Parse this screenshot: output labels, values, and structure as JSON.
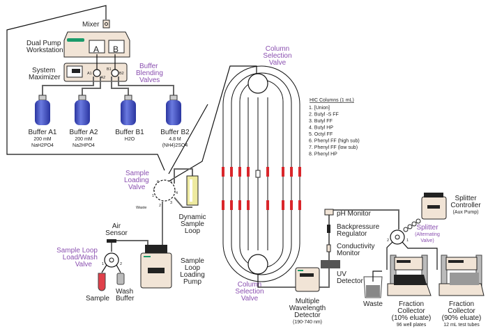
{
  "colors": {
    "accent_purple": "#8a4fb0",
    "bottle_blue": "#3f4fc0",
    "device_beige": "#f1e4d6",
    "indicator_green": "#1a9a6a",
    "column_red": "#d9262b",
    "sample_red": "#e0404a",
    "loop_yellow": "#eeeaa0"
  },
  "mixer": {
    "label": "Mixer"
  },
  "pump": {
    "label_line1": "Dual Pump",
    "label_line2": "Workstation",
    "channel_a": "A",
    "channel_b": "B"
  },
  "maximizer": {
    "label_line1": "System",
    "label_line2": "Maximizer",
    "ports": [
      "A1",
      "A2",
      "B1",
      "B2"
    ]
  },
  "blending": {
    "line1": "Buffer",
    "line2": "Blending",
    "line3": "Valves"
  },
  "buffers": [
    {
      "name": "Buffer A1",
      "conc": "200 mM",
      "formula": "NaH2PO4"
    },
    {
      "name": "Buffer A2",
      "conc": "200 mM",
      "formula": "Na2HPO4"
    },
    {
      "name": "Buffer B1",
      "conc": "",
      "formula": "H2O"
    },
    {
      "name": "Buffer B2",
      "conc": "4.8 M",
      "formula": "(NH4)2SO4"
    }
  ],
  "column_valve_top": {
    "line1": "Column",
    "line2": "Selection",
    "line3": "Valve"
  },
  "column_valve_bottom": {
    "line1": "Column",
    "line2": "Selection",
    "line3": "Valve"
  },
  "hic": {
    "title": "HIC Columns (1 mL)",
    "items": [
      "1. [Union]",
      "2. Butyl -S FF",
      "3. Butyl FF",
      "4. Butyl HP",
      "5. Octyl FF",
      "6. Phenyl FF (high sub)",
      "7. Phenyl FF (low sub)",
      "8. Phenyl HP"
    ]
  },
  "sample_loading_valve": {
    "line1": "Sample",
    "line2": "Loading",
    "line3": "Valve",
    "waste": "Waste",
    "ports": [
      "1",
      "2",
      "3",
      "4",
      "5",
      "6",
      "7"
    ]
  },
  "sample_loop": {
    "line1": "Dynamic",
    "line2": "Sample",
    "line3": "Loop"
  },
  "air_sensor": {
    "line1": "Air",
    "line2": "Sensor"
  },
  "load_wash_valve": {
    "line1": "Sample Loop",
    "line2": "Load/Wash",
    "line3": "Valve",
    "port1": "1",
    "port2": "2"
  },
  "sample": {
    "label": "Sample"
  },
  "wash": {
    "line1": "Wash",
    "line2": "Buffer"
  },
  "loading_pump": {
    "line1": "Sample",
    "line2": "Loop",
    "line3": "Loading",
    "line4": "Pump"
  },
  "ph": {
    "label": "pH Monitor"
  },
  "bpr": {
    "line1": "Backpressure",
    "line2": "Regulator"
  },
  "cond": {
    "line1": "Conductivity",
    "line2": "Monitor"
  },
  "uv": {
    "line1": "UV",
    "line2": "Detector"
  },
  "mwd": {
    "line1": "Multiple",
    "line2": "Wavelength",
    "line3": "Detector",
    "line4": "(190-740 nm)"
  },
  "splitter_ctrl": {
    "line1": "Splitter",
    "line2": "Controller",
    "line3": "(Aux Pump)"
  },
  "splitter": {
    "line1": "Splitter",
    "line2": "(Alternating",
    "line3": "Valve)",
    "port1": "1",
    "port2": "2"
  },
  "waste": {
    "label": "Waste"
  },
  "fc1": {
    "line1": "Fraction",
    "line2": "Collector",
    "line3": "(10% eluate)",
    "line4": "96 well plates"
  },
  "fc2": {
    "line1": "Fraction",
    "line2": "Collector",
    "line3": "(90% eluate)",
    "line4": "12 mL test tubes"
  }
}
